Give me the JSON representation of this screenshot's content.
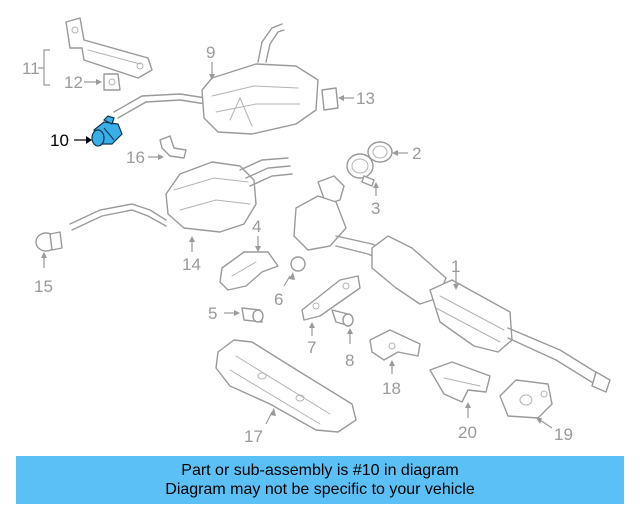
{
  "banner": {
    "line1": "Part or sub-assembly is #10 in diagram",
    "line2": "Diagram may not be specific to your vehicle"
  },
  "colors": {
    "highlight": "#3aaee6",
    "banner": "#5bc0f5",
    "callout_inactive": "#9a9a9a",
    "callout_active": "#000000"
  },
  "callouts": {
    "c1": "1",
    "c2": "2",
    "c3": "3",
    "c4": "4",
    "c5": "5",
    "c6": "6",
    "c7": "7",
    "c8": "8",
    "c9": "9",
    "c10": "10",
    "c11": "11",
    "c12": "12",
    "c13": "13",
    "c14": "14",
    "c15": "15",
    "c16": "16",
    "c17": "17",
    "c18": "18",
    "c19": "19",
    "c20": "20"
  },
  "selected_part": "10"
}
